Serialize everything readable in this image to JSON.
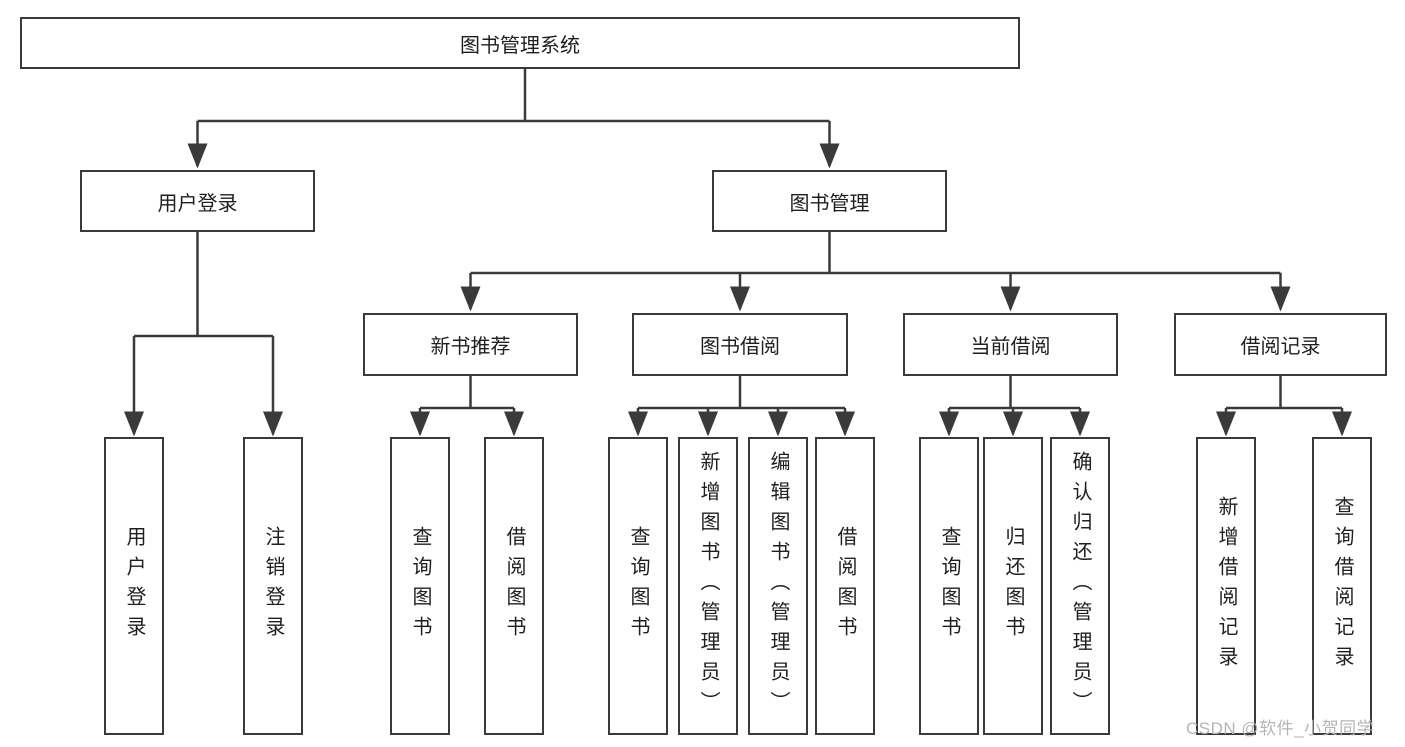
{
  "diagram": {
    "root": "图书管理系统",
    "level1": {
      "user_login": "用户登录",
      "book_management": "图书管理"
    },
    "level2": {
      "new_book_recommend": "新书推荐",
      "book_borrowing": "图书借阅",
      "current_borrowing": "当前借阅",
      "borrowing_records": "借阅记录"
    },
    "leaves": {
      "user_login": "用户登录",
      "logout": "注销登录",
      "nb_query_books": "查询图书",
      "nb_borrow_books": "借阅图书",
      "bb_query_books": "查询图书",
      "bb_add_books": "新增图书（管理员）",
      "bb_edit_books": "编辑图书（管理员）",
      "bb_borrow_books": "借阅图书",
      "cb_query_books": "查询图书",
      "cb_return_books": "归还图书",
      "cb_confirm_return": "确认归还（管理员）",
      "br_add_record": "新增借阅记录",
      "br_query_record": "查询借阅记录"
    }
  },
  "watermark": "CSDN @软件_小贺同学",
  "colors": {
    "line": "#3a3a3a",
    "box_border": "#3a3a3a",
    "text": "#1f1f1f",
    "watermark": "#b5b5b5",
    "background": "#ffffff"
  }
}
